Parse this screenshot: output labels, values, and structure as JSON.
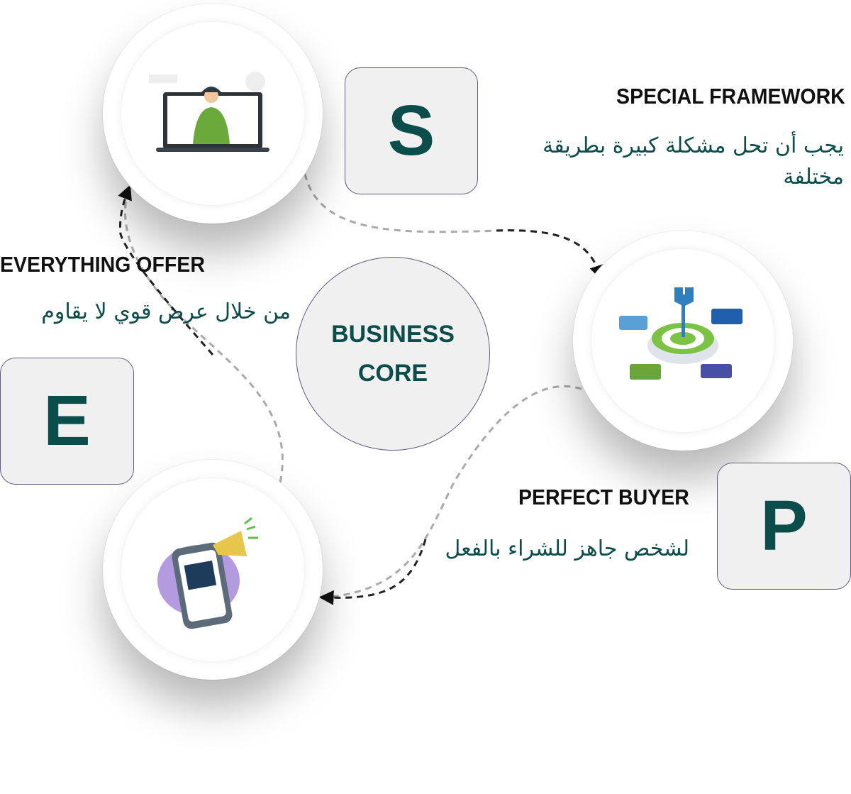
{
  "core": {
    "line1": "BUSINESS",
    "line2": "CORE"
  },
  "steps": [
    {
      "letter": "S",
      "title": "SPECIAL FRAMEWORK",
      "description": "يجب أن تحل مشكلة كبيرة بطريقة مختلفة",
      "icon": "presenter-laptop-icon"
    },
    {
      "letter": "P",
      "title": "PERFECT BUYER",
      "description": "لشخص جاهز للشراء بالفعل",
      "icon": "target-puzzle-icon"
    },
    {
      "letter": "E",
      "title": "EVERYTHING OFFER",
      "description": "من خلال عرض قوي لا يقاوم",
      "icon": "megaphone-phone-icon"
    }
  ],
  "colors": {
    "accent": "#0b4d4a",
    "box_bg": "#f0f0f0",
    "border": "#5e5a80"
  }
}
